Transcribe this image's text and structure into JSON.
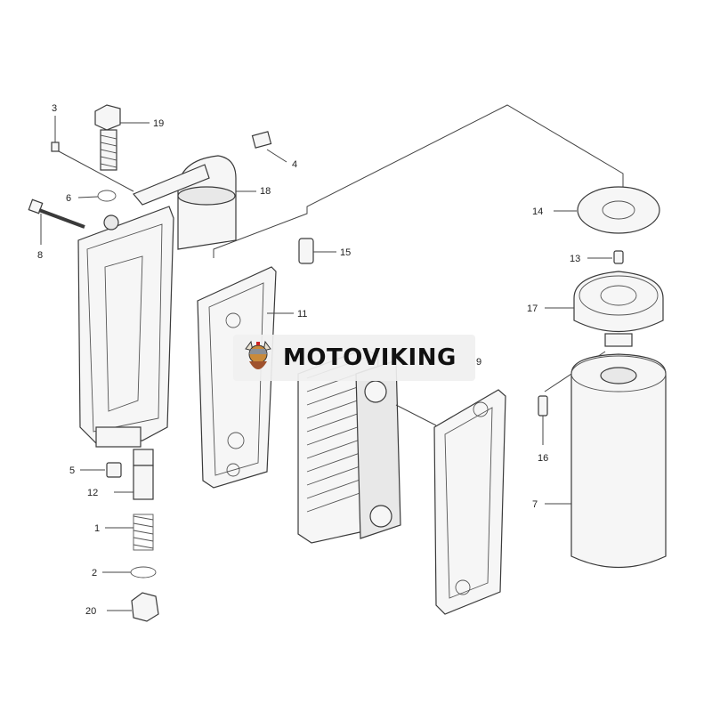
{
  "callouts": {
    "c1": "1",
    "c2": "2",
    "c3": "3",
    "c4": "4",
    "c5": "5",
    "c6": "6",
    "c7": "7",
    "c8": "8",
    "c11": "11",
    "c12": "12",
    "c13": "13",
    "c14": "14",
    "c15": "15",
    "c16": "16",
    "c17": "17",
    "c18": "18",
    "c19": "19",
    "c20": "20",
    "c9": "9"
  },
  "watermark": {
    "text": "MOTOVIKING",
    "logo_icon": "viking-mascot-icon"
  },
  "colors": {
    "line": "#444444",
    "background": "#ffffff"
  }
}
